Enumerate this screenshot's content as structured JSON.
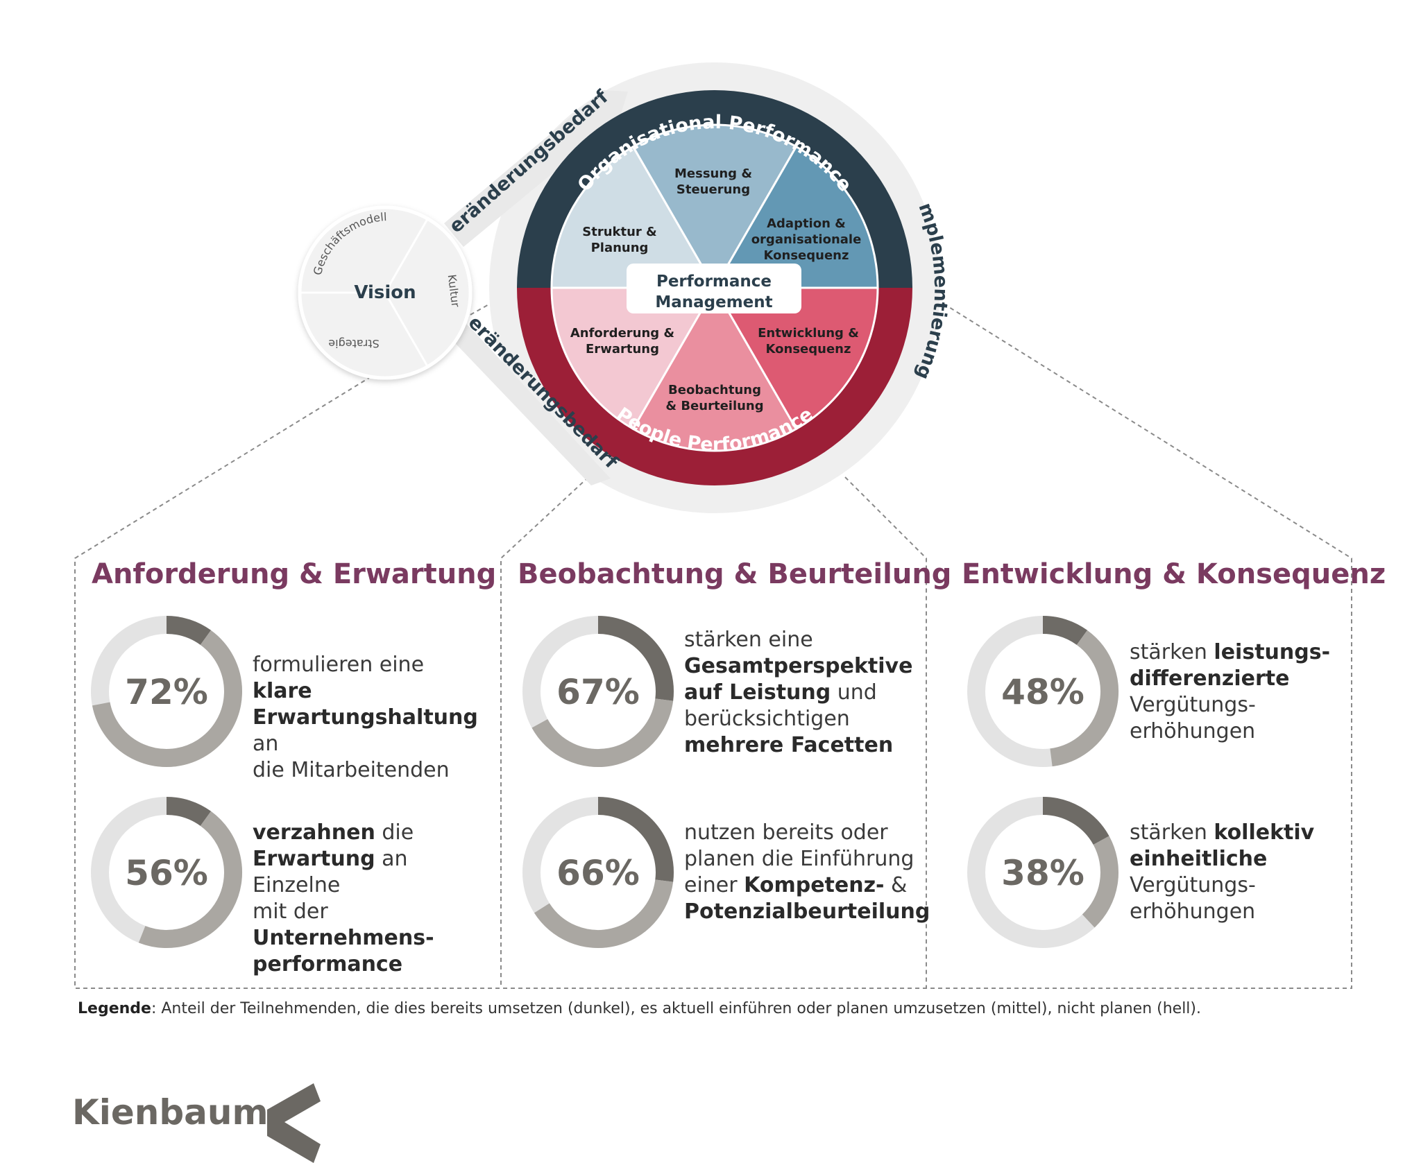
{
  "cycle": {
    "top_band": "Organisational Performance",
    "bottom_band": "People Performance",
    "center": [
      "Performance",
      "Management"
    ],
    "side_label": "Implementierung",
    "arrow_label": "Veränderungsbedarfe",
    "segments": {
      "struktur": [
        "Struktur &",
        "Planung"
      ],
      "messung": [
        "Messung &",
        "Steuerung"
      ],
      "adaption": [
        "Adaption &",
        "organisationale",
        "Konsequenz"
      ],
      "anforderung": [
        "Anforderung &",
        "Erwartung"
      ],
      "beobachtung": [
        "Beobachtung",
        "& Beurteilung"
      ],
      "entwicklung": [
        "Entwicklung &",
        "Konsequenz"
      ]
    }
  },
  "vision": {
    "center": "Vision",
    "geschaeftsmodell": "Geschäftsmodell",
    "kultur": "Kultur",
    "strategie": "Strategie"
  },
  "sections": [
    {
      "title": "Anforderung & Erwartung",
      "stats": [
        {
          "value": 72,
          "label": "72%",
          "dark": 0.1,
          "mid": 0.62,
          "lines": [
            [
              [
                "formulieren eine ",
                false
              ],
              [
                "klare",
                true
              ]
            ],
            [
              [
                "Erwartungshaltung",
                true
              ],
              [
                " an",
                false
              ]
            ],
            [
              [
                "die Mitarbeitenden",
                false
              ]
            ]
          ]
        },
        {
          "value": 56,
          "label": "56%",
          "dark": 0.1,
          "mid": 0.46,
          "lines": [
            [
              [
                "verzahnen",
                true
              ],
              [
                " die",
                false
              ]
            ],
            [
              [
                "Erwartung",
                true
              ],
              [
                " an Einzelne",
                false
              ]
            ],
            [
              [
                "mit der ",
                false
              ],
              [
                "Unternehmens-",
                true
              ]
            ],
            [
              [
                "performance",
                true
              ]
            ]
          ]
        }
      ]
    },
    {
      "title": "Beobachtung & Beurteilung",
      "stats": [
        {
          "value": 67,
          "label": "67%",
          "dark": 0.27,
          "mid": 0.4,
          "lines": [
            [
              [
                "stärken eine",
                false
              ]
            ],
            [
              [
                "Gesamtperspektive",
                true
              ]
            ],
            [
              [
                "auf Leistung",
                true
              ],
              [
                " und",
                false
              ]
            ],
            [
              [
                "berücksichtigen",
                false
              ]
            ],
            [
              [
                "mehrere Facetten",
                true
              ]
            ]
          ]
        },
        {
          "value": 66,
          "label": "66%",
          "dark": 0.27,
          "mid": 0.39,
          "lines": [
            [
              [
                "nutzen bereits oder",
                false
              ]
            ],
            [
              [
                "planen die Einführung",
                false
              ]
            ],
            [
              [
                "einer ",
                false
              ],
              [
                "Kompetenz-",
                true
              ],
              [
                " &",
                false
              ]
            ],
            [
              [
                "Potenzialbeurteilung",
                true
              ]
            ]
          ]
        }
      ]
    },
    {
      "title": "Entwicklung & Konsequenz",
      "stats": [
        {
          "value": 48,
          "label": "48%",
          "dark": 0.1,
          "mid": 0.38,
          "lines": [
            [
              [
                "stärken ",
                false
              ],
              [
                "leistungs-",
                true
              ]
            ],
            [
              [
                "differenzierte",
                true
              ]
            ],
            [
              [
                "Vergütungs-",
                false
              ]
            ],
            [
              [
                "erhöhungen",
                false
              ]
            ]
          ]
        },
        {
          "value": 38,
          "label": "38%",
          "dark": 0.17,
          "mid": 0.21,
          "lines": [
            [
              [
                "stärken ",
                false
              ],
              [
                "kollektiv",
                true
              ]
            ],
            [
              [
                "einheitliche",
                true
              ]
            ],
            [
              [
                "Vergütungs-",
                false
              ]
            ],
            [
              [
                "erhöhungen",
                false
              ]
            ]
          ]
        }
      ]
    }
  ],
  "legend": {
    "bold": "Legende",
    "text": ": Anteil der Teilnehmenden, die dies bereits umsetzen (dunkel), es aktuell einführen oder planen umzusetzen (mittel), nicht planen (hell)."
  },
  "brand": "Kienbaum",
  "colors": {
    "dark_navy": "#2b3f4c",
    "crimson": "#9c1f37",
    "section_title": "#7a3a60",
    "donut_dark": "#6e6b66",
    "donut_mid": "#aaa7a2",
    "donut_light": "#e3e3e3"
  }
}
